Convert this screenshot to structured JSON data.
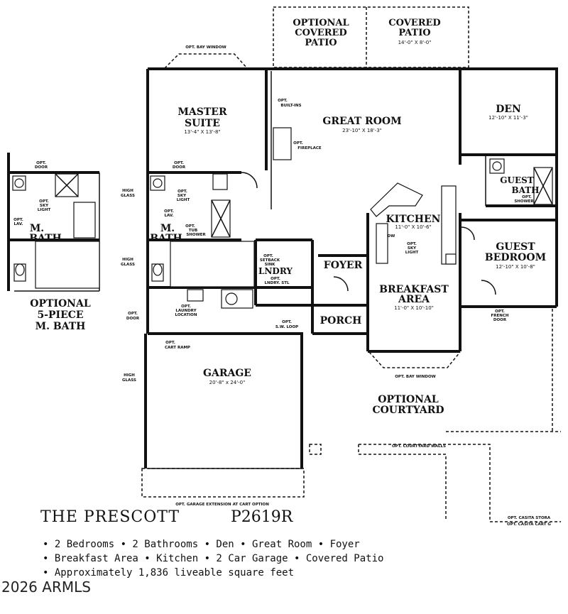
{
  "plan": {
    "title": "THE PRESCOTT",
    "code": "P2619R",
    "features": [
      "• 2 Bedrooms • 2 Bathrooms • Den • Great Room • Foyer",
      "• Breakfast Area • Kitchen • 2 Car Garage • Covered Patio",
      "• Approximately 1,836 liveable square feet"
    ],
    "copyright": "2026 ARMLS"
  },
  "rooms": {
    "optional_covered_patio": [
      "OPTIONAL",
      "COVERED",
      "PATIO"
    ],
    "covered_patio": [
      "COVERED",
      "PATIO"
    ],
    "covered_patio_dim": "14'-0\" X 8'-0\"",
    "master_suite": [
      "MASTER",
      "SUITE"
    ],
    "master_suite_dim": "13'-4\" X 13'-8\"",
    "great_room": "GREAT ROOM",
    "great_room_dim": "23'-10\" X 18'-3\"",
    "den": "DEN",
    "den_dim": "12'-10\" X 11'-3\"",
    "guest_bath": [
      "GUEST",
      "BATH"
    ],
    "kitchen": "KITCHEN",
    "kitchen_dim": "11'-0\" X 10'-6\"",
    "m_bath": [
      "M.",
      "BATH"
    ],
    "lndry": "LNDRY",
    "foyer": "FOYER",
    "breakfast_area": [
      "BREAKFAST",
      "AREA"
    ],
    "breakfast_dim": "11'-0\" X 10'-10\"",
    "guest_bedroom": [
      "GUEST",
      "BEDROOM"
    ],
    "guest_bedroom_dim": "12'-10\" X 10'-8\"",
    "porch": "PORCH",
    "garage": "GARAGE",
    "garage_dim": "20'-8\" x 24'-0\"",
    "optional_courtyard": [
      "OPTIONAL",
      "COURTYARD"
    ],
    "optional_5piece": [
      "OPTIONAL",
      "5-PIECE",
      "M. BATH"
    ],
    "alt_m_bath": [
      "M.",
      "BATH"
    ]
  },
  "notes": {
    "bay_window_top": "OPT. BAY WINDOW",
    "bay_window_bottom": "OPT. BAY WINDOW",
    "built_ins": [
      "OPT.",
      "BUILT-INS"
    ],
    "fireplace": [
      "OPT.",
      "FIREPLACE"
    ],
    "opt_door_master": [
      "OPT.",
      "DOOR"
    ],
    "opt_sky_light_master": [
      "OPT.",
      "SKY",
      "LIGHT"
    ],
    "opt_tub_shower": [
      "OPT.",
      "TUB",
      "SHOWER"
    ],
    "opt_lav": [
      "OPT.",
      "LAV."
    ],
    "high_glass_1": [
      "HIGH",
      "GLASS"
    ],
    "high_glass_2": [
      "HIGH",
      "GLASS"
    ],
    "high_glass_3": [
      "HIGH",
      "GLASS"
    ],
    "opt_door_left": [
      "OPT.",
      "DOOR"
    ],
    "laundry_location": [
      "OPT.",
      "LAUNDRY",
      "LOCATION"
    ],
    "cart_ramp": [
      "OPT.",
      "CART RAMP"
    ],
    "garage_extension": "OPT. GARAGE EXTENSION AT CART OPTION",
    "sw_loop": [
      "OPT.",
      "S.W. LOOP"
    ],
    "sky_light_kitchen": [
      "OPT.",
      "SKY",
      "LIGHT"
    ],
    "guest_opt_shower": [
      "OPT.",
      "SHOWER"
    ],
    "french_door": [
      "OPT.",
      "FRENCH",
      "DOOR"
    ],
    "courtyard_walls": "OPT. COURTYARD WALLS",
    "casita_storage": "OPT. CASITA STORA",
    "casita_cart": "OPT. CASITA CART G",
    "alt_opt_door": [
      "OPT.",
      "DOOR"
    ],
    "alt_sky_light": [
      "OPT.",
      "SKY",
      "LIGHT"
    ],
    "alt_opt_lav": [
      "OPT.",
      "LAV."
    ],
    "setback": [
      "OPT.",
      "SETBACK",
      "SINK"
    ],
    "lndry_sub": [
      "OPT.",
      "LNDRY. STL"
    ],
    "dw": "DW"
  }
}
